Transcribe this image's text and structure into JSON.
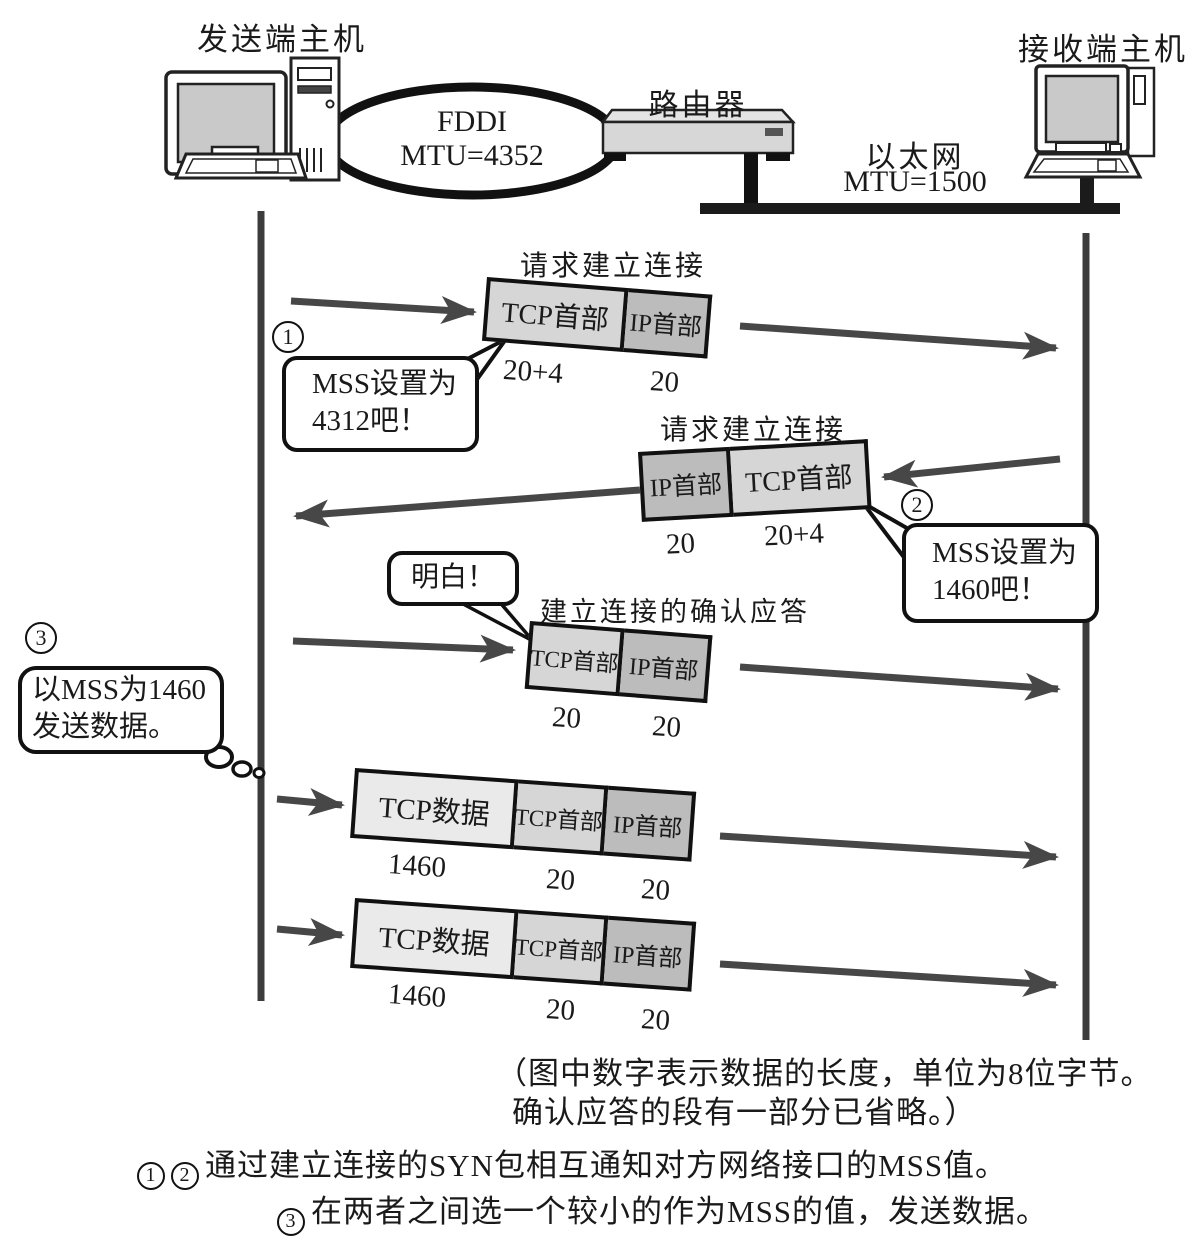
{
  "header": {
    "sender_host": "发送端主机",
    "receiver_host": "接收端主机",
    "router": "路由器",
    "fddi": [
      "FDDI",
      "MTU=4352"
    ],
    "ethernet": [
      "以太网",
      "MTU=1500"
    ]
  },
  "steps": {
    "syn1": {
      "badge": "1",
      "title": "请求建立连接",
      "cells": [
        {
          "label": "TCP首部",
          "size": "20+4"
        },
        {
          "label": "IP首部",
          "size": "20"
        }
      ],
      "bubble": [
        "MSS设置为",
        "4312吧！"
      ]
    },
    "syn2": {
      "badge": "2",
      "title": "请求建立连接",
      "cells": [
        {
          "label": "IP首部",
          "size": "20"
        },
        {
          "label": "TCP首部",
          "size": "20+4"
        }
      ],
      "bubble": [
        "MSS设置为",
        "1460吧！"
      ]
    },
    "ack": {
      "bubble": "明白！",
      "title": "建立连接的确认应答",
      "cells": [
        {
          "label": "TCP首部",
          "size": "20"
        },
        {
          "label": "IP首部",
          "size": "20"
        }
      ]
    },
    "decision": {
      "badge": "3",
      "thought": [
        "以MSS为1460",
        "发送数据。"
      ]
    },
    "data1": {
      "cells": [
        {
          "label": "TCP数据",
          "size": "1460"
        },
        {
          "label": "TCP首部",
          "size": "20"
        },
        {
          "label": "IP首部",
          "size": "20"
        }
      ]
    },
    "data2": {
      "cells": [
        {
          "label": "TCP数据",
          "size": "1460"
        },
        {
          "label": "TCP首部",
          "size": "20"
        },
        {
          "label": "IP首部",
          "size": "20"
        }
      ]
    }
  },
  "footnotes": [
    "（图中数字表示数据的长度，单位为8位字节。",
    "确认应答的段有一部分已省略。）"
  ],
  "notes": [
    {
      "badges": [
        "1",
        "2"
      ],
      "text": "通过建立连接的SYN包相互通知对方网络接口的MSS值。"
    },
    {
      "badges": [
        "3"
      ],
      "text": "在两者之间选一个较小的作为MSS的值，发送数据。"
    }
  ],
  "colors": {
    "arrow": "#474747",
    "timeline": "#3c3c3c",
    "ink": "#111111",
    "cell_light": "#eaeaea",
    "cell_mid": "#d6d6d6",
    "cell_dark": "#bcbcbc",
    "screen_fill": "#c9c9c9",
    "router_fill": "#d7d7d7"
  }
}
